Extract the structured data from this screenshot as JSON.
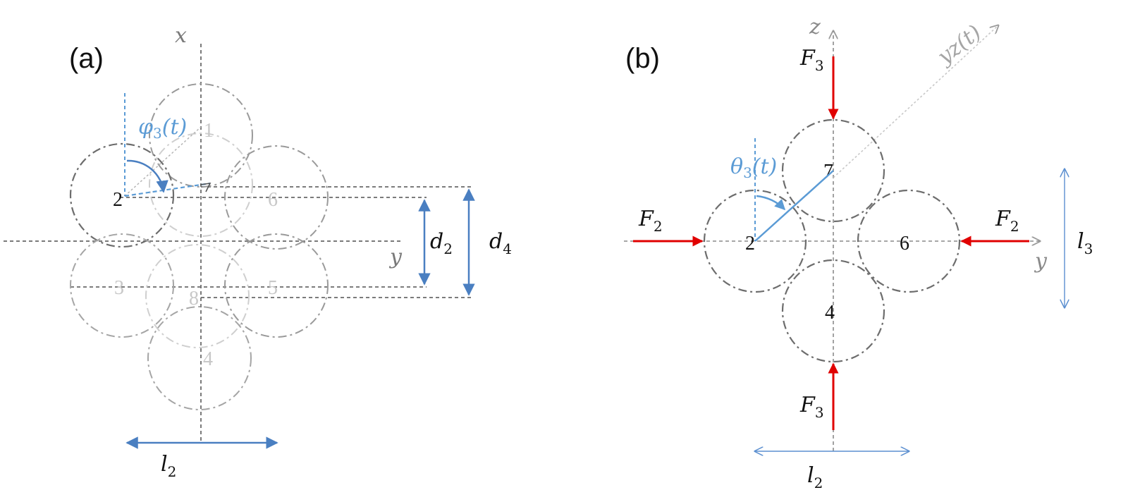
{
  "colors": {
    "axis": "#7a7a7a",
    "circle": "#7d7d7d",
    "circle_faint": "#c8c8c8",
    "blue": "#4a7fc1",
    "light_blue": "#5b9bd5",
    "red": "#e00000",
    "black": "#111111"
  },
  "panel_a": {
    "label": "(a)",
    "axis_x": "x",
    "axis_y": "y",
    "circle_numbers": {
      "c1": "1",
      "c2": "2",
      "c3": "3",
      "c4": "4",
      "c5": "5",
      "c6": "6",
      "c8": "8"
    },
    "angle_symbol": "φ",
    "angle_sub": "3",
    "angle_arg": "(t)",
    "d2_symbol": "d",
    "d2_sub": "2",
    "d4_symbol": "d",
    "d4_sub": "4",
    "l2_symbol": "l",
    "l2_sub": "2"
  },
  "panel_b": {
    "label": "(b)",
    "axis_z": "z",
    "axis_y": "y",
    "axis_yz": "yz(t)",
    "circle_numbers": {
      "c2": "2",
      "c4": "4",
      "c6": "6",
      "c7": "7"
    },
    "angle_symbol": "θ",
    "angle_sub": "3",
    "angle_arg": "(t)",
    "f2_symbol": "F",
    "f2_sub": "2",
    "f3_symbol": "F",
    "f3_sub": "3",
    "l2_symbol": "l",
    "l2_sub": "2",
    "l3_symbol": "l",
    "l3_sub": "3"
  }
}
